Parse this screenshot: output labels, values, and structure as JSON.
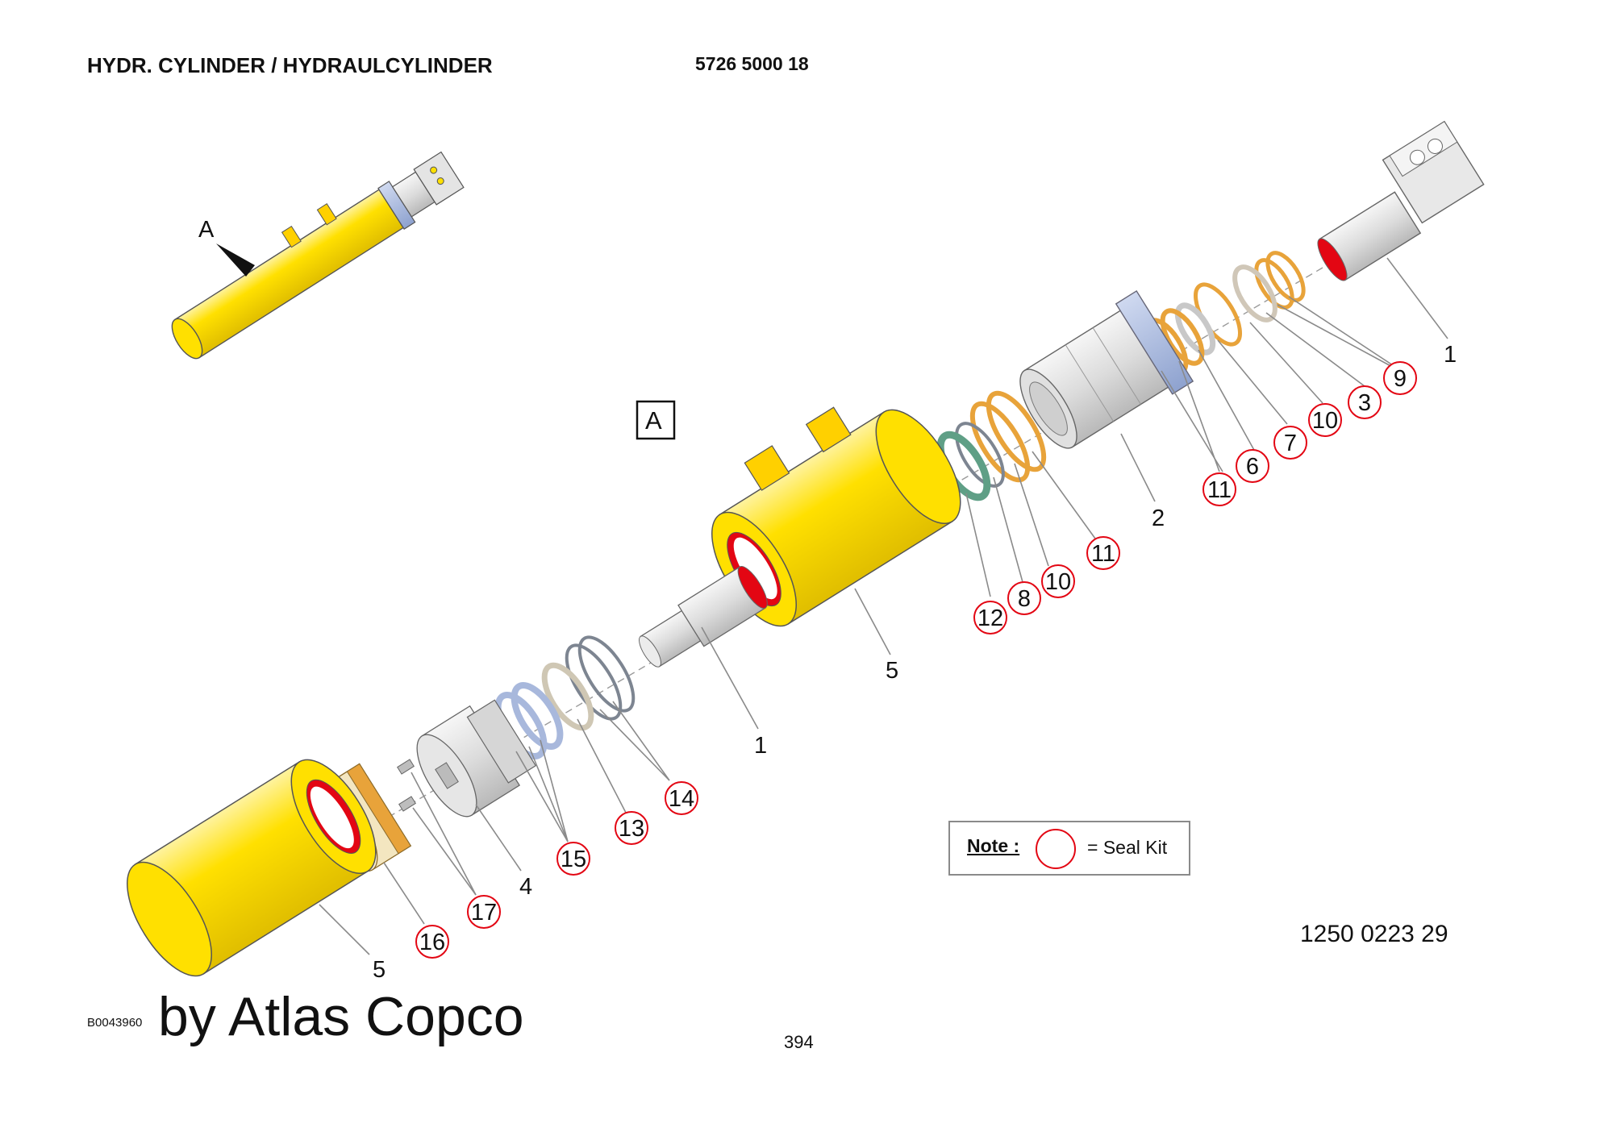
{
  "header": {
    "title": "HYDR. CYLINDER / HYDRAULCYLINDER",
    "part_number": "5726 5000 18"
  },
  "view": {
    "arrow_label": "A",
    "box_label": "A"
  },
  "callouts": {
    "rod_upper": "1",
    "housing_2": "2",
    "seal_3": "3",
    "seal_6_upper": "6",
    "seal_7": "7",
    "seal_9": "9",
    "seal_10_upper": "10",
    "seal_11_upper": "11",
    "seal_11_mid": "11",
    "seal_10_mid": "10",
    "seal_8": "8",
    "seal_12": "12",
    "tube_5_mid": "5",
    "rod_lower": "1",
    "seal_14": "14",
    "seal_13": "13",
    "seal_15": "15",
    "piston_4": "4",
    "screw_17": "17",
    "ring_16": "16",
    "tube_5_lower": "5"
  },
  "note": {
    "label": "Note :",
    "text": "= Seal Kit"
  },
  "drawing_ref": "1250 0223 29",
  "image_code": "B0043960",
  "watermark": "by Atlas Copco",
  "page_number": "394",
  "colors": {
    "yellow": "#ffe000",
    "seal_red": "#e30613",
    "orange_seal": "#e8a33a",
    "blue_part": "#a8b8dc",
    "green_seal": "#5f9f86",
    "grey_part": "#d8d8d8"
  }
}
